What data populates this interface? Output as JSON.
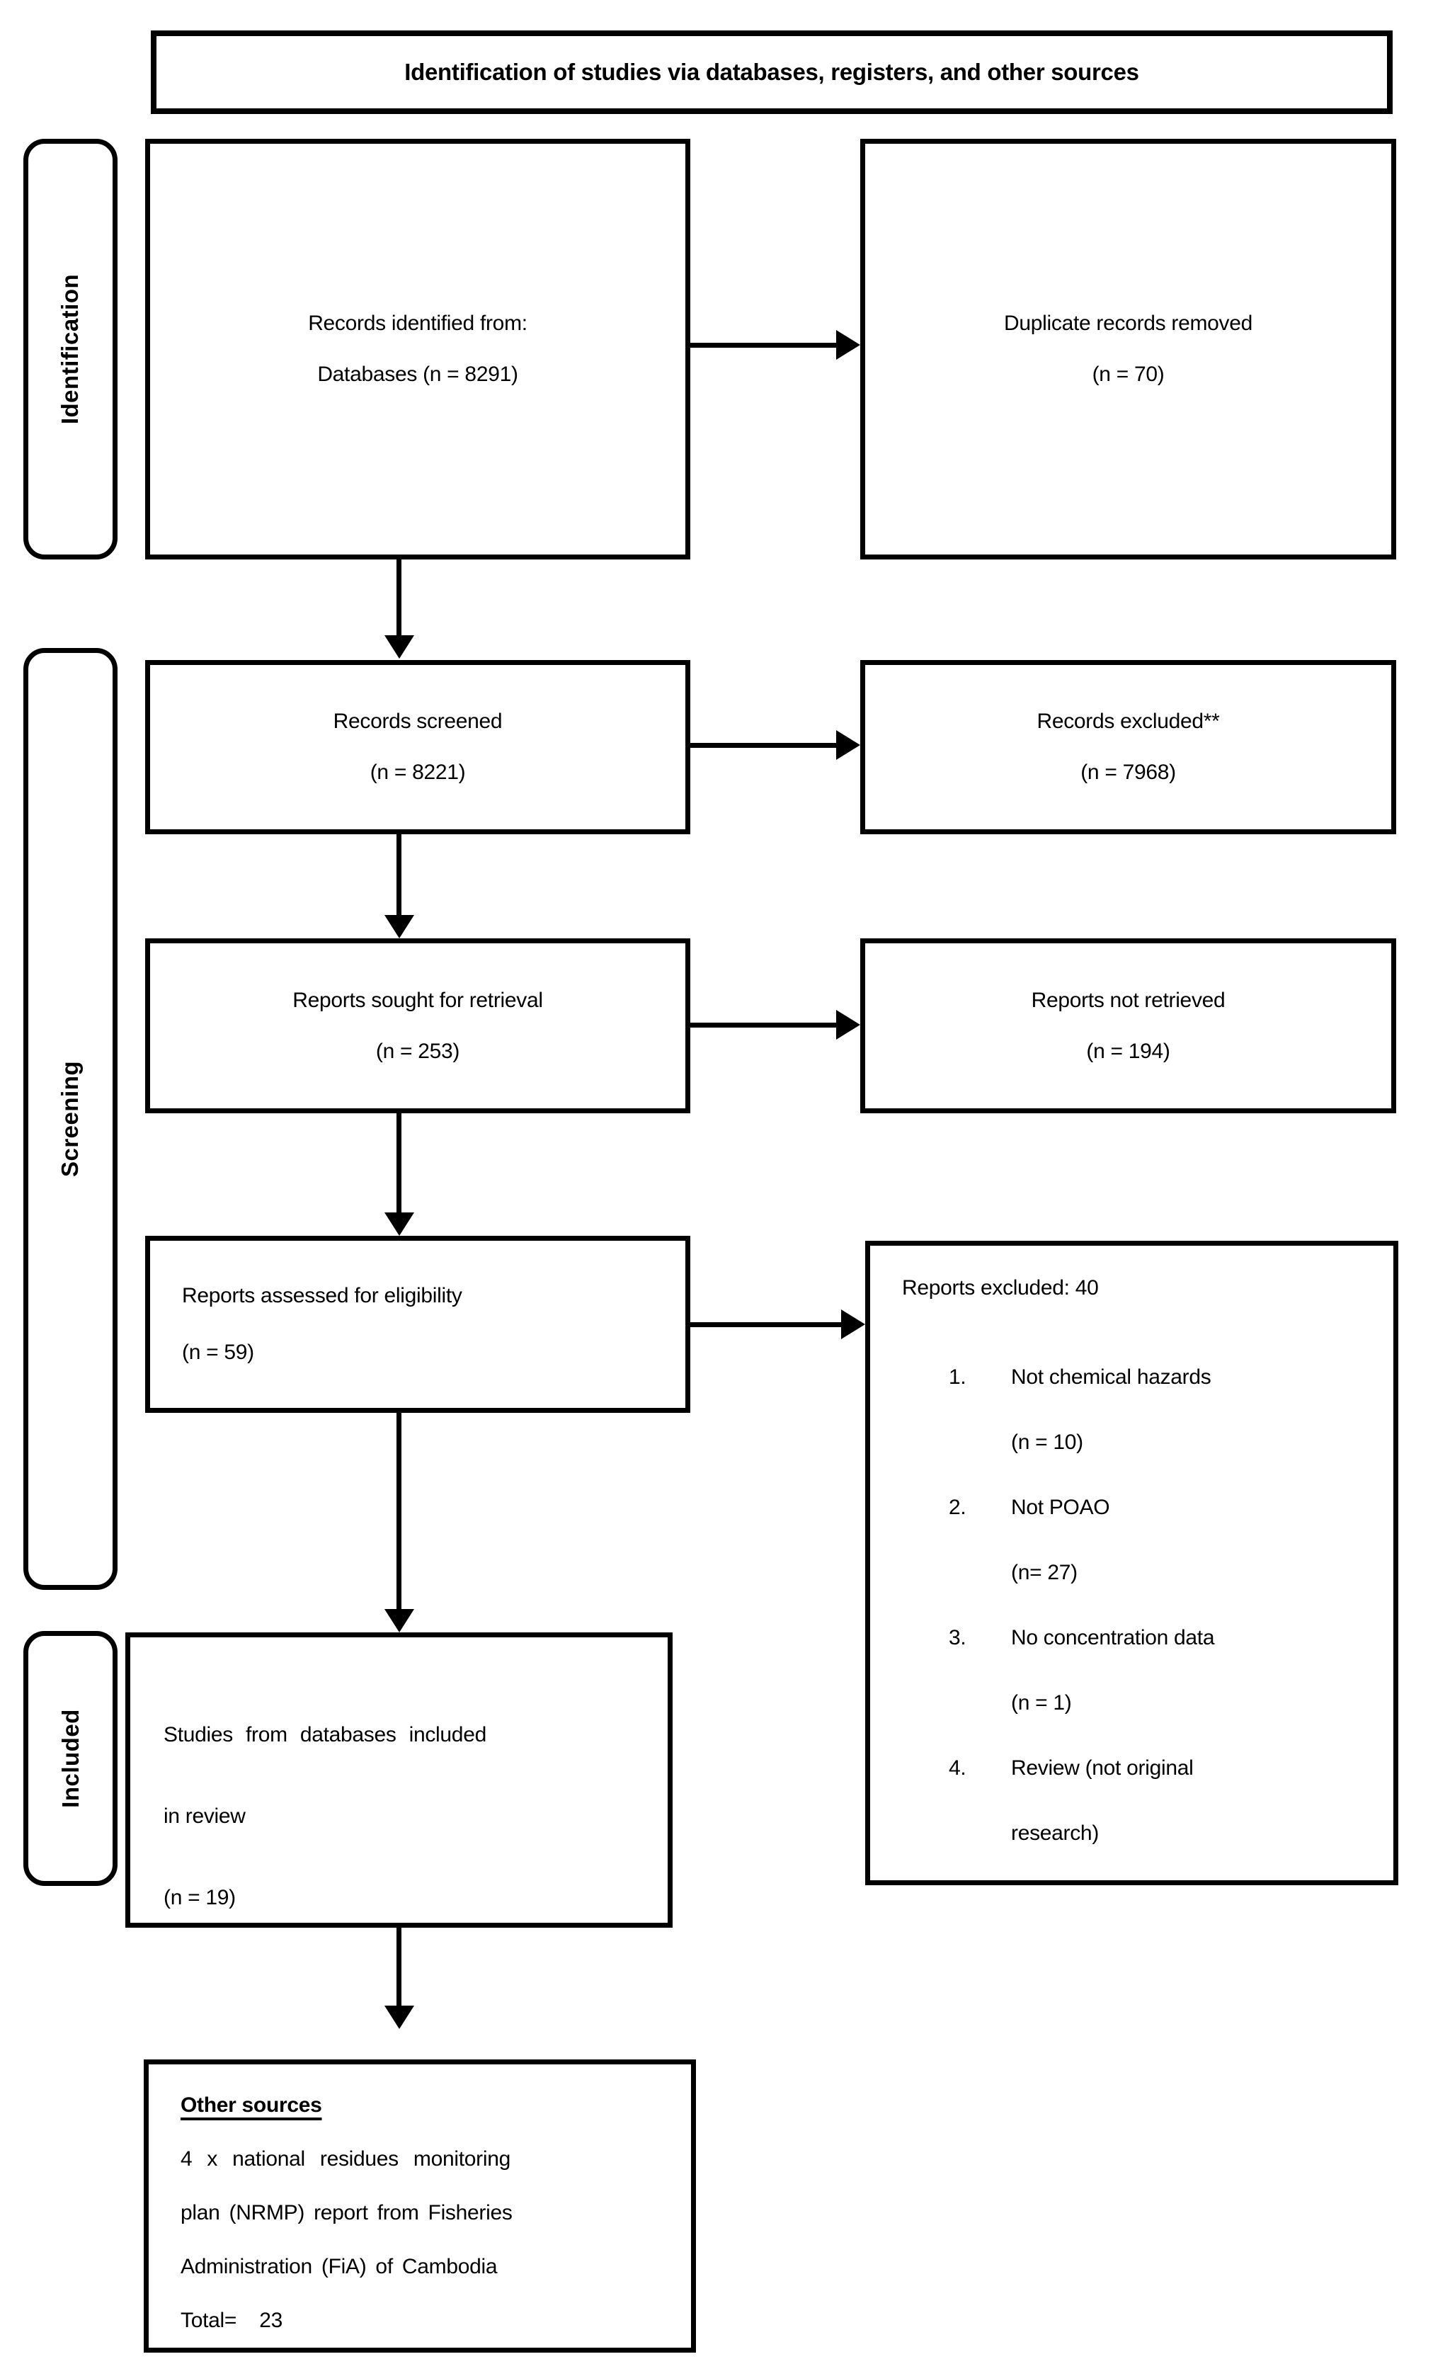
{
  "title": "Identification of studies via databases, registers, and other sources",
  "stages": {
    "identification": "Identification",
    "screening": "Screening",
    "included": "Included"
  },
  "boxes": {
    "records_identified": {
      "line1": "Records identified from:",
      "line2": "Databases (n = 8291)"
    },
    "duplicates_removed": {
      "line1": "Duplicate records removed",
      "line2": "(n = 70)"
    },
    "records_screened": {
      "line1": "Records screened",
      "line2": "(n = 8221)"
    },
    "records_excluded": {
      "line1": "Records excluded**",
      "line2": "(n = 7968)"
    },
    "reports_sought": {
      "line1": "Reports sought for retrieval",
      "line2": "(n = 253)"
    },
    "reports_not_retrieved": {
      "line1": "Reports not retrieved",
      "line2": "(n = 194)"
    },
    "reports_assessed": {
      "line1": "Reports assessed for eligibility",
      "line2": "(n = 59)"
    },
    "reports_excluded": {
      "header": "Reports excluded: 40",
      "items": [
        {
          "num": "1.",
          "line1": "Not chemical hazards",
          "line2": "(n = 10)"
        },
        {
          "num": "2.",
          "line1": "Not POAO",
          "line2": "(n= 27)"
        },
        {
          "num": "3.",
          "line1": "No concentration data",
          "line2": "(n = 1)"
        },
        {
          "num": "4.",
          "line1": "Review (not original",
          "line2": "research)"
        }
      ]
    },
    "studies_included": {
      "line1": "Studies from databases included",
      "line2": "in review",
      "line3": "(n = 19)"
    },
    "other_sources": {
      "heading": "Other sources",
      "line1": "4 x national residues monitoring",
      "line2": "plan (NRMP) report from Fisheries",
      "line3": "Administration (FiA) of Cambodia",
      "line4": "Total=    23"
    }
  }
}
